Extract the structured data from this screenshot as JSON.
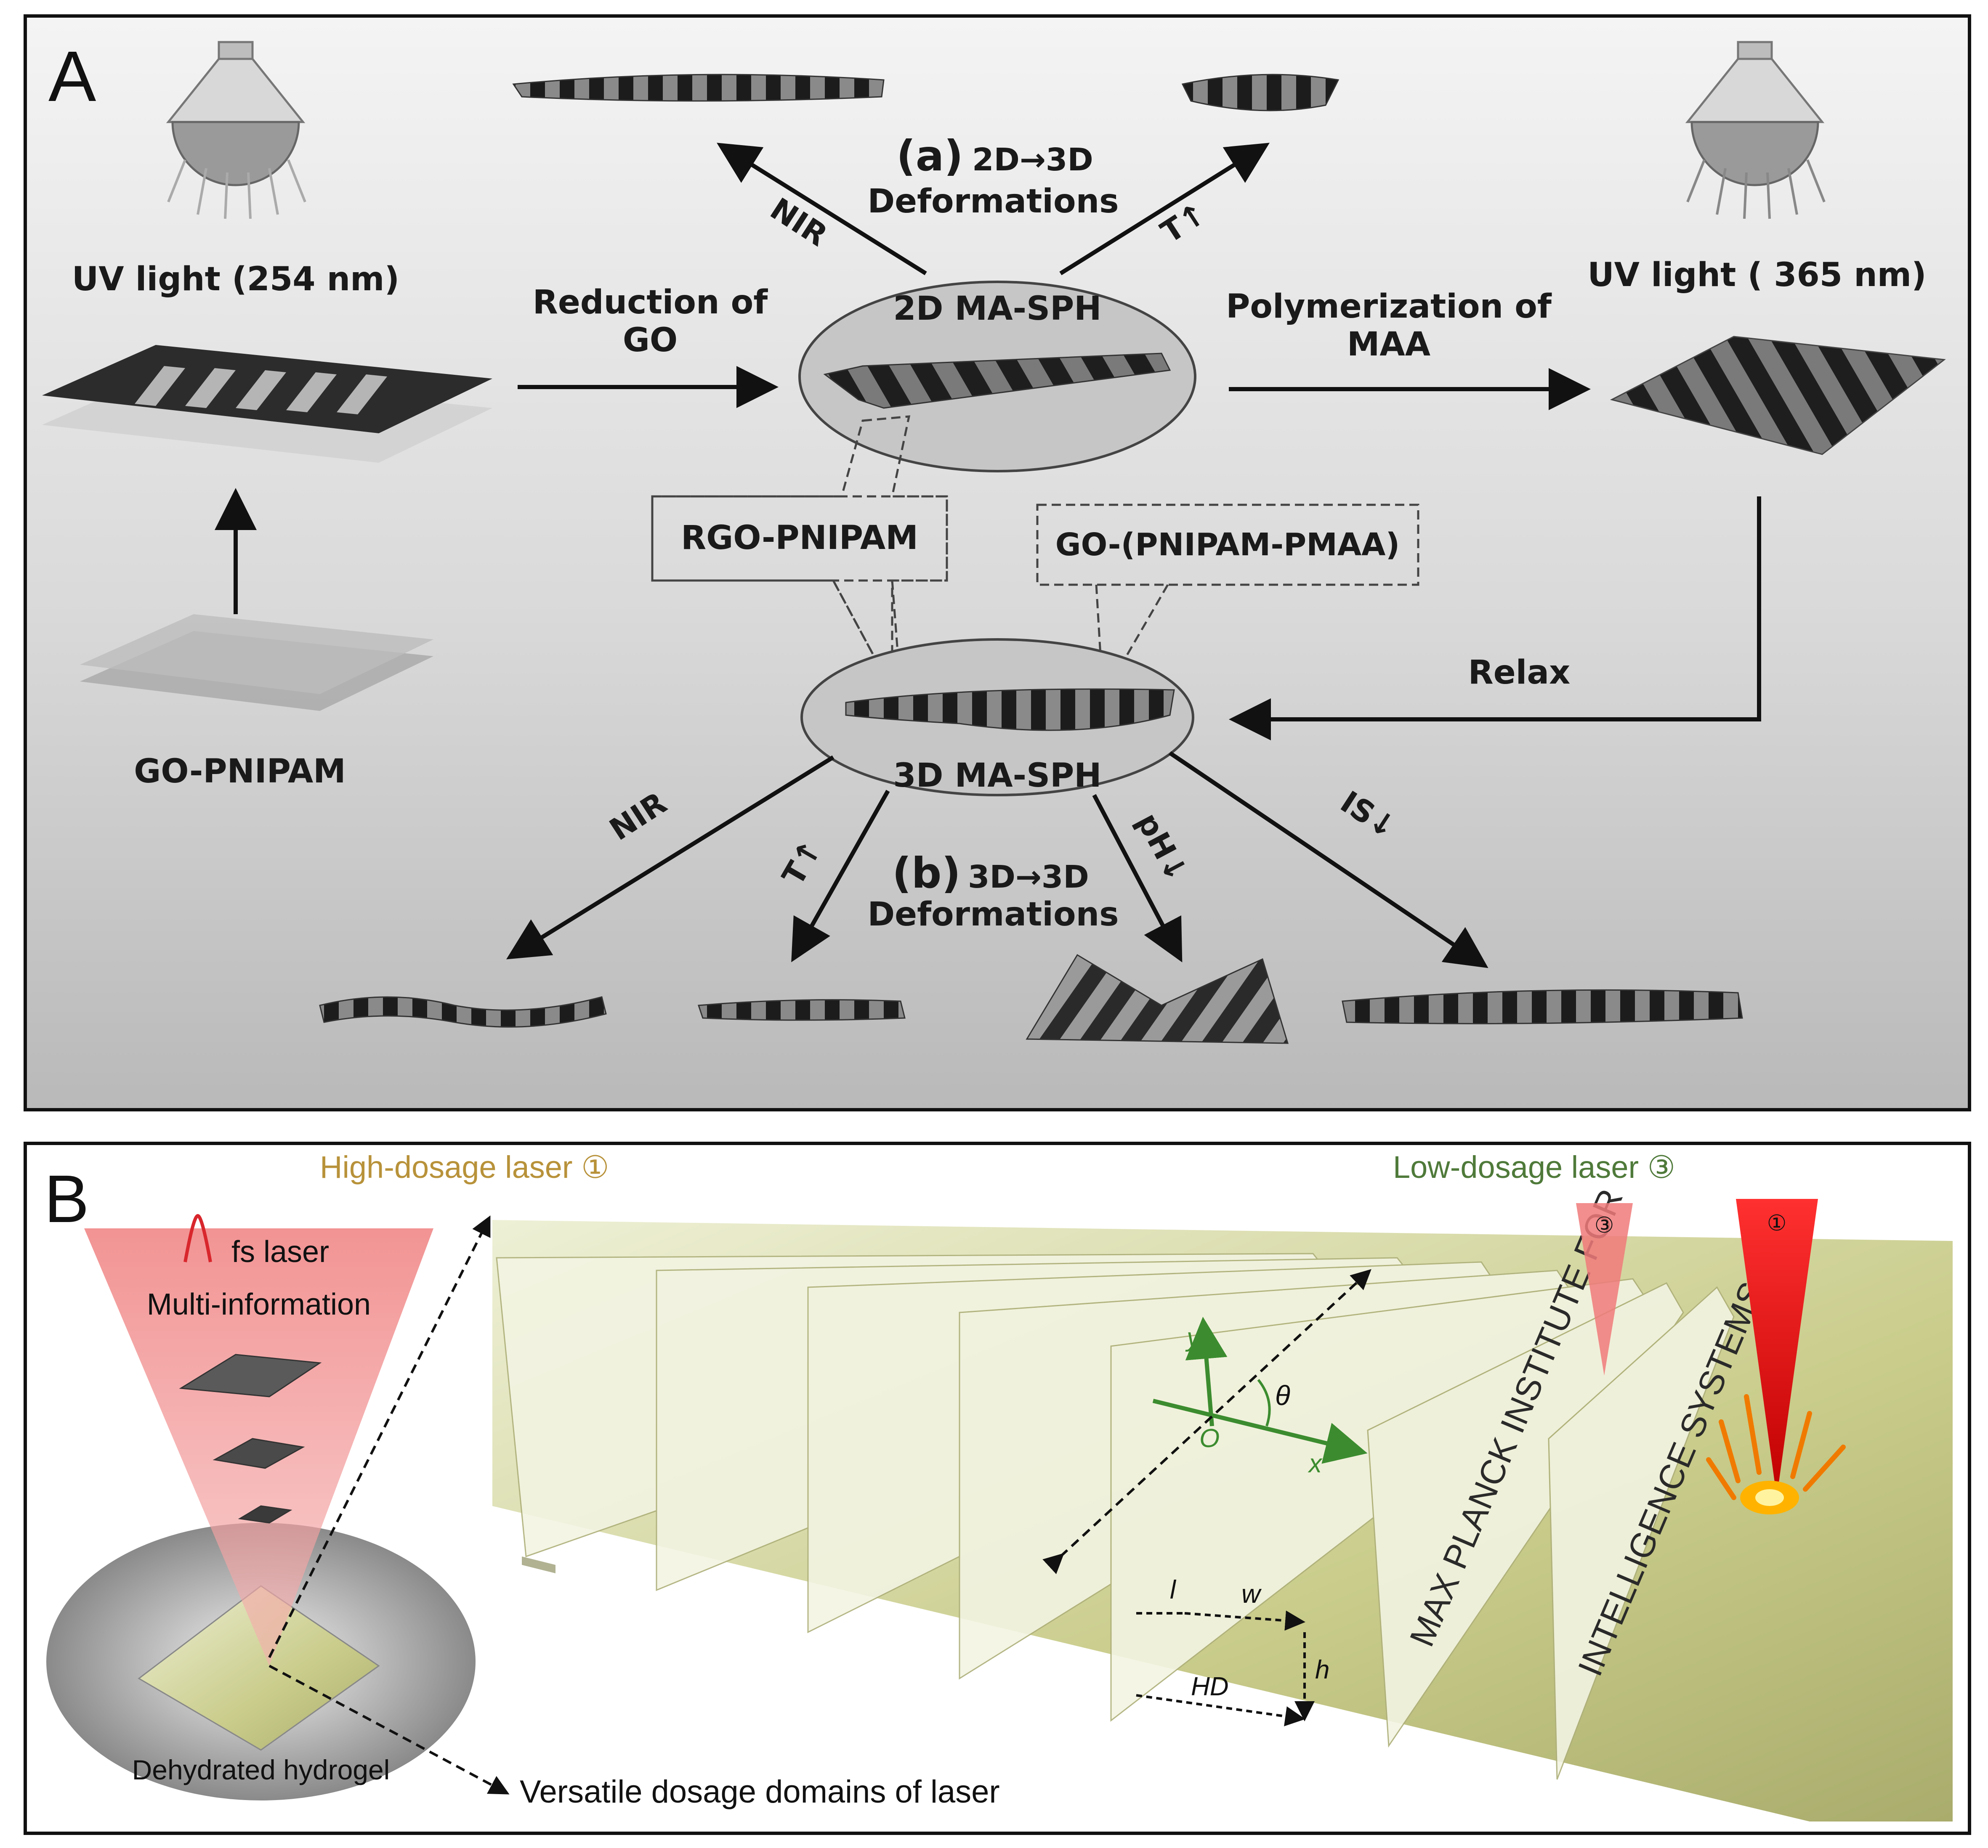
{
  "panelA": {
    "letter": "A",
    "uv_left": "UV light (254 nm)",
    "uv_right": "UV light ( 365 nm)",
    "reduction": [
      "Reduction of",
      "GO"
    ],
    "polymerization": [
      "Polymerization of",
      "MAA"
    ],
    "deform_a": [
      "(a)",
      "2D→3D",
      "Deformations"
    ],
    "deform_b": [
      "(b)",
      "3D→3D",
      "Deformations"
    ],
    "sph2d": "2D MA-SPH",
    "sph3d": "3D MA-SPH",
    "rgo": "RGO-PNIPAM",
    "gopmaa": "GO-(PNIPAM-PMAA)",
    "go_pnipam": "GO-PNIPAM",
    "relax": "Relax",
    "nir": "NIR",
    "temp": "T↑",
    "ph": "pH↓",
    "is": "IS↓"
  },
  "panelB": {
    "letter": "B",
    "high_laser": "High-dosage laser ①",
    "low_laser": "Low-dosage laser ③",
    "fs_laser": "fs laser",
    "multi_info": "Multi-information",
    "dehydrated": "Dehydrated hydrogel",
    "versatile": "Versatile dosage domains of laser",
    "mark3": "③",
    "mark1": "①",
    "engraved1": "MAX PLANCK INSTITUTE FOR",
    "engraved2": "INTELLIGENCE SYSTEMS",
    "axis_y": "y",
    "axis_x": "x",
    "axis_o": "O",
    "theta": "θ",
    "dim_l": "l",
    "dim_w": "w",
    "dim_h": "h",
    "dim_hd": "HD"
  },
  "colors": {
    "laser_red": "#e8343a",
    "hydrogel_green": "#c9cc8a",
    "high_text": "#b8923a",
    "low_text": "#4f7a3a",
    "axis_green": "#3c8c2f"
  }
}
